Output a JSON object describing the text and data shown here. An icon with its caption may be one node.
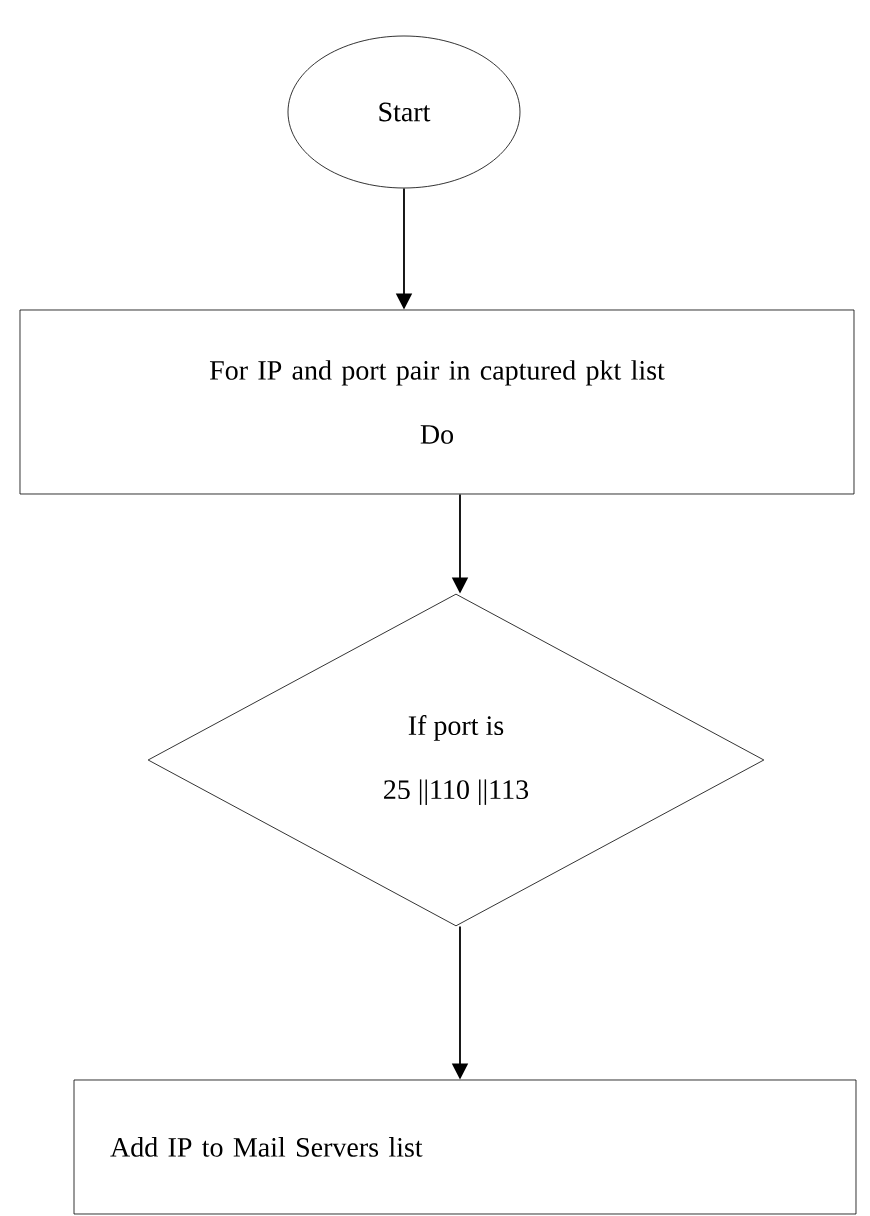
{
  "diagram": {
    "nodes": [
      {
        "text": [
          "Start"
        ]
      },
      {
        "text": [
          "For IP and port pair in captured pkt list",
          "Do"
        ]
      },
      {
        "text": [
          "If port is",
          "25 ||110 ||113"
        ]
      },
      {
        "text": [
          "Add IP to Mail Servers list"
        ]
      }
    ],
    "edges": [
      {
        "from": 0,
        "to": 1,
        "arrow": "to"
      },
      {
        "from": 1,
        "to": 2,
        "arrow": "to"
      },
      {
        "from": 2,
        "to": 3,
        "arrow": "to"
      }
    ]
  }
}
